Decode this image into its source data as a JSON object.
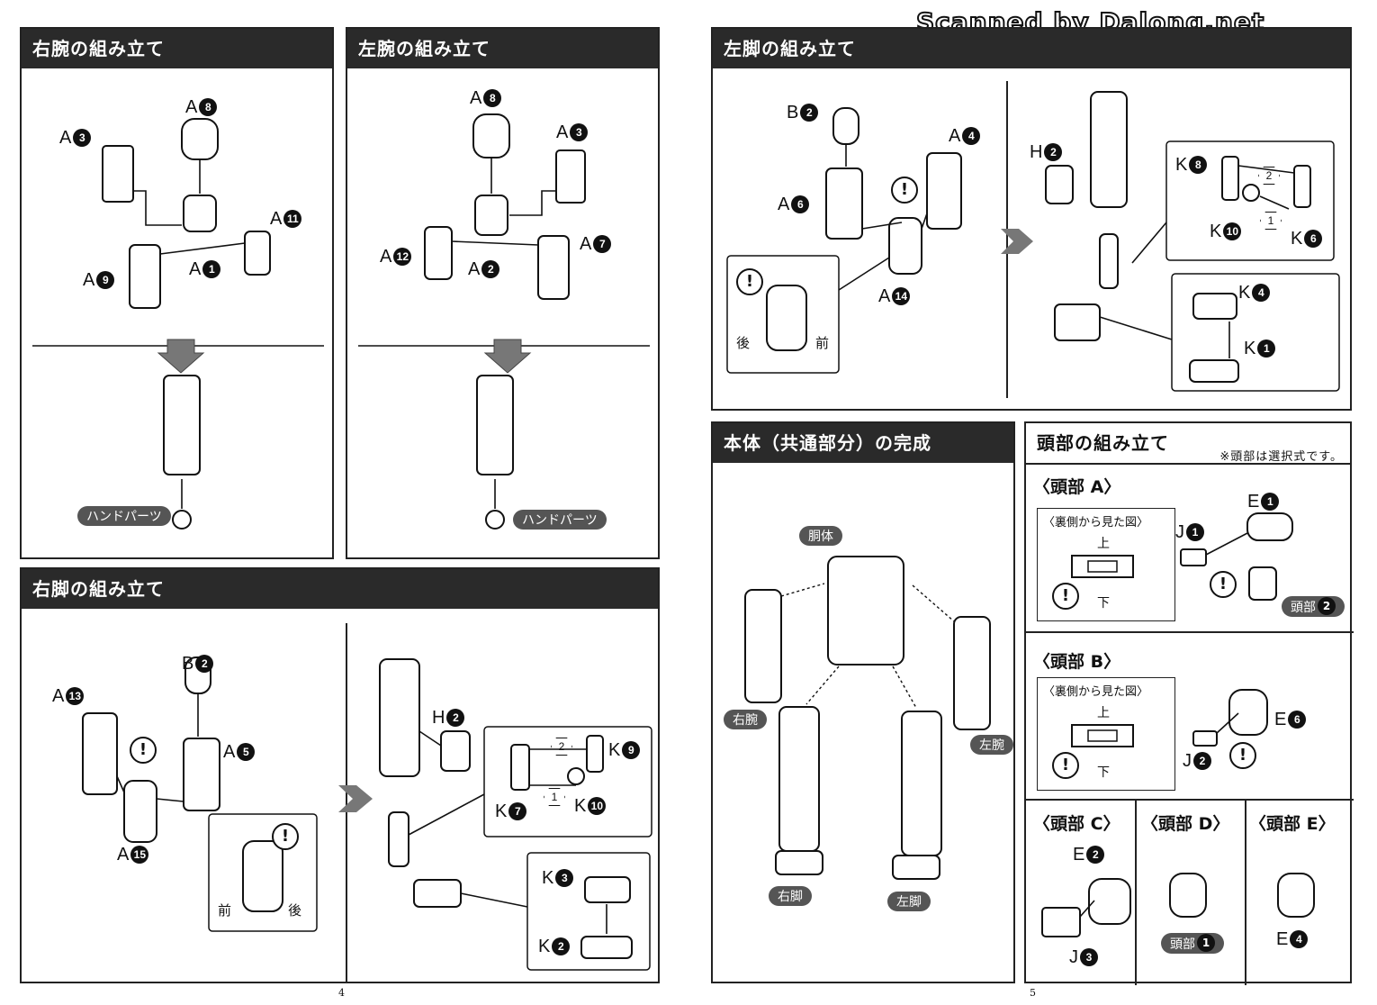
{
  "watermark": "Scanned by Dalong.net",
  "page_numbers": {
    "left": "4",
    "right": "5"
  },
  "sections": {
    "right_arm": {
      "title": "右腕の組み立て",
      "hand_tag": "ハンドパーツ",
      "labels": [
        "A",
        "A",
        "A",
        "A",
        "A"
      ],
      "nums": [
        "8",
        "3",
        "11",
        "1",
        "9"
      ]
    },
    "left_arm": {
      "title": "左腕の組み立て",
      "hand_tag": "ハンドパーツ",
      "labels": [
        "A",
        "A",
        "A",
        "A",
        "A"
      ],
      "nums": [
        "8",
        "3",
        "12",
        "2",
        "7"
      ]
    },
    "right_leg": {
      "title": "右脚の組み立て",
      "labels": [
        "A",
        "B",
        "A",
        "A",
        "H",
        "K",
        "K",
        "K",
        "K",
        "K"
      ],
      "nums": [
        "13",
        "2",
        "5",
        "15",
        "2",
        "9",
        "7",
        "10",
        "3",
        "2"
      ],
      "front": "前",
      "back": "後",
      "step1": "1",
      "step2": "2"
    },
    "left_leg": {
      "title": "左脚の組み立て",
      "labels": [
        "B",
        "A",
        "A",
        "A",
        "H",
        "K",
        "K",
        "K",
        "K",
        "K"
      ],
      "nums": [
        "2",
        "4",
        "6",
        "14",
        "2",
        "8",
        "10",
        "6",
        "4",
        "1"
      ],
      "front": "前",
      "back": "後",
      "step1": "1",
      "step2": "2"
    },
    "body": {
      "title": "本体（共通部分）の完成",
      "torso": "胴体",
      "right_arm": "右腕",
      "left_arm": "左腕",
      "right_leg": "右脚",
      "left_leg": "左脚"
    },
    "head": {
      "title": "頭部の組み立て",
      "note": "※頭部は選択式です。",
      "a": {
        "title": "〈頭部 A〉",
        "view": "〈裏側から見た図〉",
        "up": "上",
        "down": "下",
        "e": "E",
        "e_num": "1",
        "j": "J",
        "j_num": "1",
        "tag": "頭部",
        "tag_num": "2"
      },
      "b": {
        "title": "〈頭部 B〉",
        "view": "〈裏側から見た図〉",
        "up": "上",
        "down": "下",
        "e": "E",
        "e_num": "6",
        "j": "J",
        "j_num": "2"
      },
      "c": {
        "title": "〈頭部 C〉",
        "e": "E",
        "e_num": "2",
        "j": "J",
        "j_num": "3"
      },
      "d": {
        "title": "〈頭部 D〉",
        "tag": "頭部",
        "tag_num": "1"
      },
      "e": {
        "title": "〈頭部 E〉",
        "e": "E",
        "e_num": "4"
      }
    }
  }
}
